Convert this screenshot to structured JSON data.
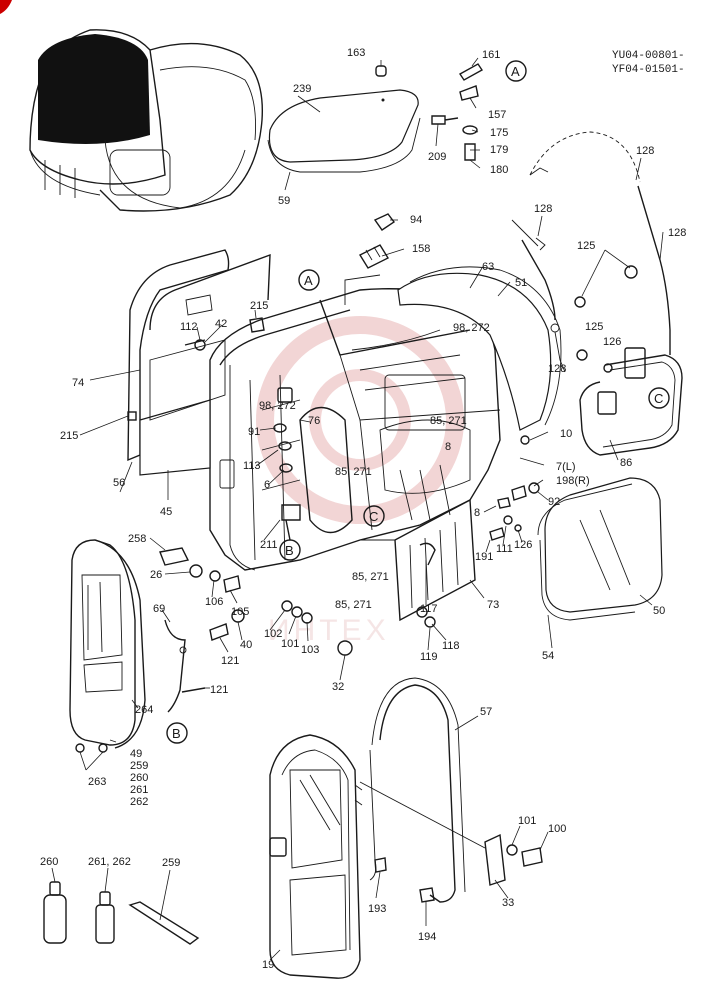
{
  "model_codes": [
    "YU04-00801-",
    "YF04-01501-"
  ],
  "watermark_text": "ИНТЕХ",
  "colors": {
    "line": "#1a1a1a",
    "watermark": "#e8b4b4",
    "accent_corner": "#cc0000"
  },
  "callouts": [
    "A",
    "A",
    "B",
    "B",
    "C",
    "C"
  ],
  "labels": {
    "l163": "163",
    "l161": "161",
    "l239": "239",
    "l157": "157",
    "l175": "175",
    "l209": "209",
    "l179": "179",
    "l180": "180",
    "l59": "59",
    "l94": "94",
    "l158": "158",
    "l128a": "128",
    "l128b": "128",
    "l128c": "128",
    "l128d": "128",
    "l125a": "125",
    "l125b": "125",
    "l126": "126",
    "l63": "63",
    "l51": "51",
    "l98_272a": "98, 272",
    "l98_272b": "98, 272",
    "l215a": "215",
    "l215b": "215",
    "l112": "112",
    "l42": "42",
    "l74": "74",
    "l76": "76",
    "l85_271a": "85, 271",
    "l85_271b": "85, 271",
    "l85_271c": "85, 271",
    "l85_271d": "85, 271",
    "l91": "91",
    "l113": "113",
    "l6": "6",
    "l8a": "8",
    "l8b": "8",
    "l10": "10",
    "l7L": "7(L)",
    "l198R": "198(R)",
    "l92": "92",
    "l86": "86",
    "l56": "56",
    "l45": "45",
    "l211": "211",
    "l258": "258",
    "l26": "26",
    "l106": "106",
    "l105": "105",
    "l191": "191",
    "l111": "111",
    "l126b": "126",
    "l69": "69",
    "l102": "102",
    "l101a": "101",
    "l103": "103",
    "l40": "40",
    "l121a": "121",
    "l121b": "121",
    "l117": "117",
    "l73": "73",
    "l50": "50",
    "l54": "54",
    "l119": "119",
    "l118": "118",
    "l32": "32",
    "l264": "264",
    "l49": "49",
    "l259a": "259",
    "l260a": "260",
    "l261a": "261",
    "l262a": "262",
    "l263": "263",
    "l57": "57",
    "l101b": "101",
    "l100": "100",
    "l33": "33",
    "l193": "193",
    "l194": "194",
    "l19": "19",
    "l260b": "260",
    "l261_262": "261, 262",
    "l259b": "259"
  }
}
